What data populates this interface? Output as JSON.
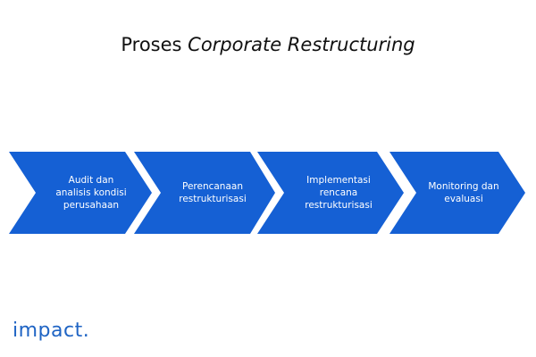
{
  "title": {
    "prefix": "Proses ",
    "emphasis": "Corporate Restructuring"
  },
  "steps": [
    {
      "label": "Audit dan\nanalisis kondisi\nperusahaan"
    },
    {
      "label": "Perencanaan\nrestrukturisasi"
    },
    {
      "label": "Implementasi\nrencana\nrestrukturisasi"
    },
    {
      "label": "Monitoring dan\nevaluasi"
    }
  ],
  "colors": {
    "arrow": "#1560d4",
    "brand": "#1f64c4"
  },
  "logo": "impact."
}
